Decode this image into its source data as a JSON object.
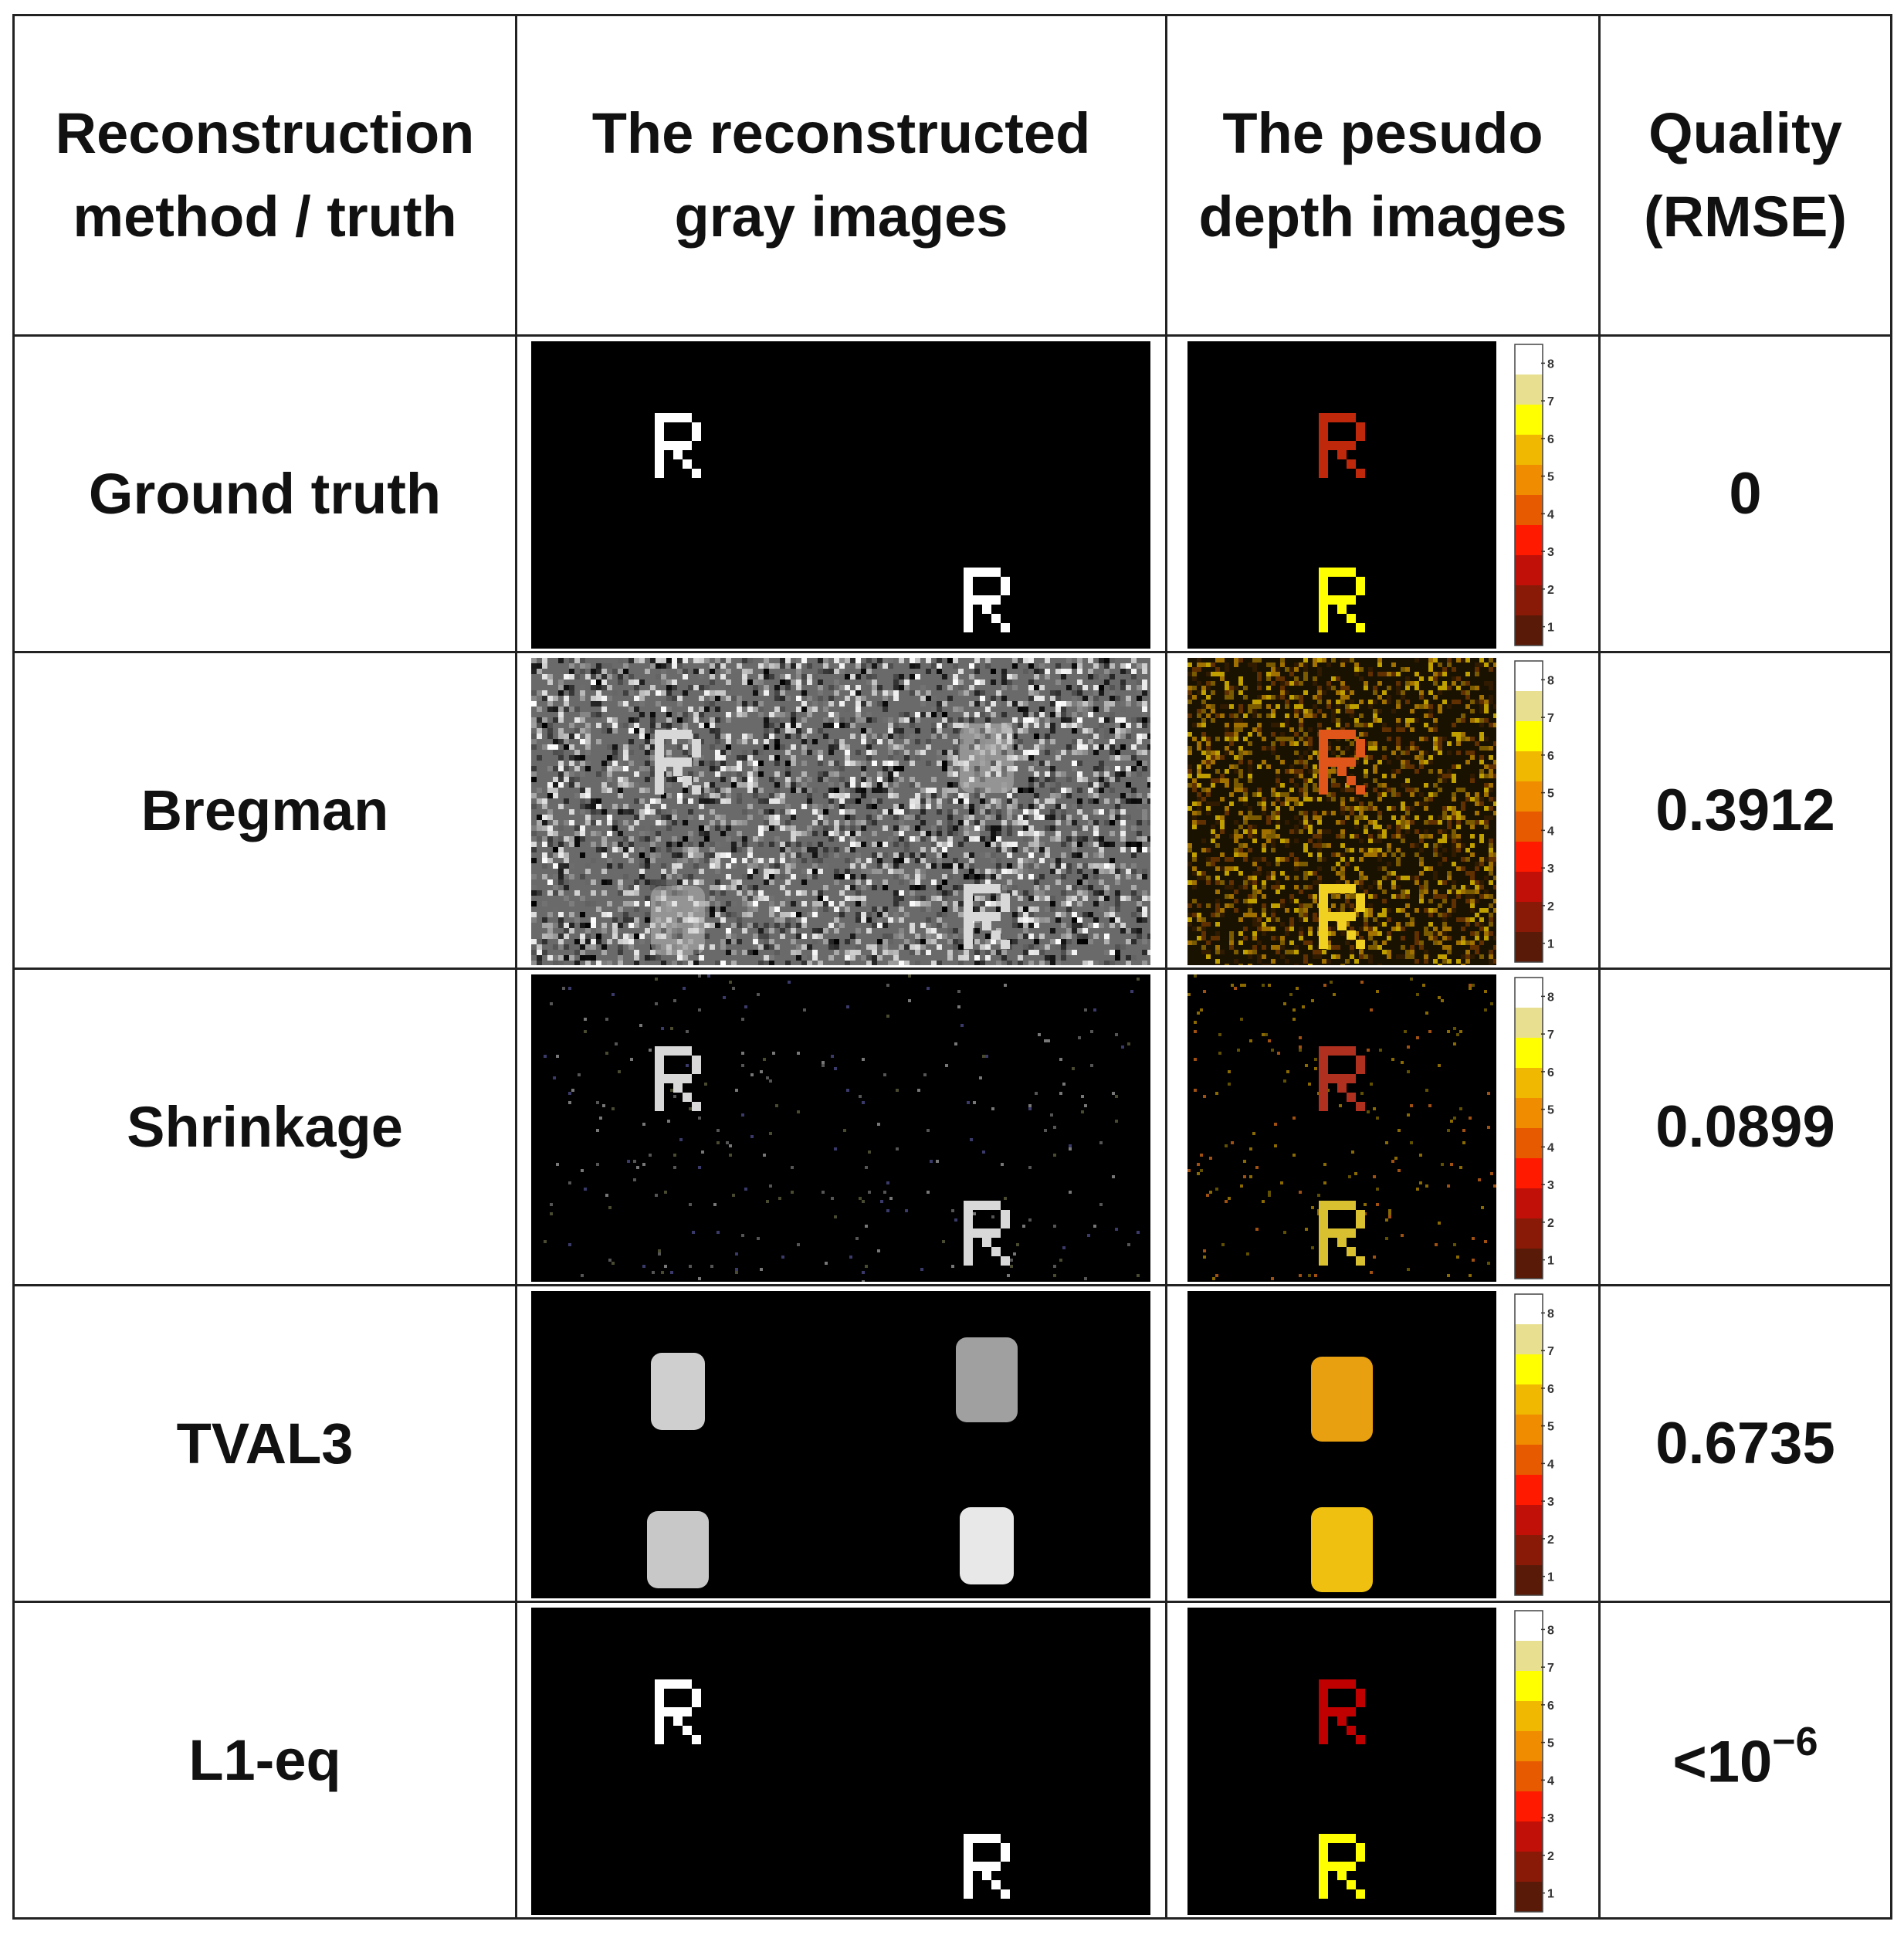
{
  "headers": {
    "method": "Reconstruction method / truth",
    "gray": "The reconstructed gray images",
    "depth": "The pesudo depth images",
    "quality": "Quality (RMSE)"
  },
  "rows": [
    {
      "method": "Ground truth",
      "rmse": "0",
      "style": "clean",
      "colors": [
        "#c0280c",
        "#ffff00"
      ]
    },
    {
      "method": "Bregman",
      "rmse": "0.3912",
      "style": "noisy",
      "colors": [
        "#e0551a",
        "#f0d020"
      ]
    },
    {
      "method": "Shrinkage",
      "rmse": "0.0899",
      "style": "sparse",
      "colors": [
        "#b03020",
        "#d8c030"
      ]
    },
    {
      "method": "TVAL3",
      "rmse": "0.6735",
      "style": "blob",
      "colors": [
        "#e8a010",
        "#f0c010"
      ]
    },
    {
      "method": "L1-eq",
      "rmse_base": "<10",
      "rmse_exp": "−6",
      "style": "clean",
      "colors": [
        "#c00000",
        "#ffff00"
      ]
    }
  ],
  "colorbar": {
    "ticks": [
      "1",
      "2",
      "3",
      "4",
      "5",
      "6",
      "7",
      "8"
    ],
    "colors": [
      "#5a1a08",
      "#8a1a08",
      "#c01008",
      "#ff1a00",
      "#e85a00",
      "#f08c00",
      "#f0b800",
      "#ffff00",
      "#e8e090",
      "#ffffff"
    ]
  }
}
